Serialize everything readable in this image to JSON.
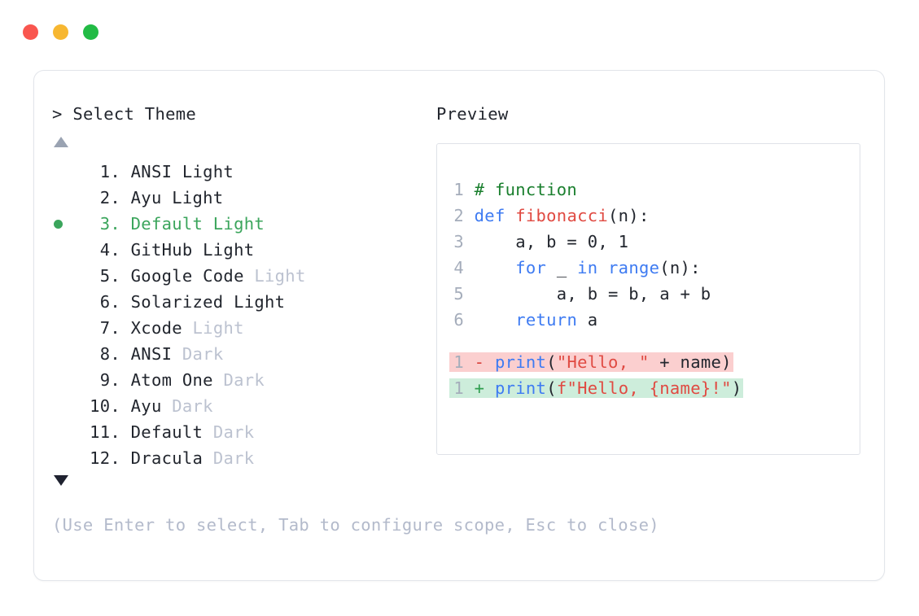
{
  "window": {
    "controls": [
      {
        "name": "close",
        "color": "#f9564f"
      },
      {
        "name": "minimize",
        "color": "#f7b731"
      },
      {
        "name": "maximize",
        "color": "#22bb45"
      }
    ]
  },
  "picker": {
    "prompt_caret": ">",
    "prompt_label": "Select Theme",
    "scroll_up_icon": "triangle-up-icon",
    "scroll_down_icon": "triangle-down-icon",
    "selected_index": 3,
    "selected_bullet_color": "#3ba55c",
    "dim_color": "#bcc2d0",
    "items": [
      {
        "number": "1.",
        "name": "ANSI Light",
        "variant": "",
        "selected": false
      },
      {
        "number": "2.",
        "name": "Ayu Light",
        "variant": "",
        "selected": false
      },
      {
        "number": "3.",
        "name": "Default Light",
        "variant": "",
        "selected": true
      },
      {
        "number": "4.",
        "name": "GitHub Light",
        "variant": "",
        "selected": false
      },
      {
        "number": "5.",
        "name": "Google Code",
        "variant": "Light",
        "selected": false
      },
      {
        "number": "6.",
        "name": "Solarized Light",
        "variant": "",
        "selected": false
      },
      {
        "number": "7.",
        "name": "Xcode",
        "variant": "Light",
        "selected": false
      },
      {
        "number": "8.",
        "name": "ANSI",
        "variant": "Dark",
        "selected": false
      },
      {
        "number": "9.",
        "name": "Atom One",
        "variant": "Dark",
        "selected": false
      },
      {
        "number": "10.",
        "name": "Ayu",
        "variant": "Dark",
        "selected": false
      },
      {
        "number": "11.",
        "name": "Default",
        "variant": "Dark",
        "selected": false
      },
      {
        "number": "12.",
        "name": "Dracula",
        "variant": "Dark",
        "selected": false
      }
    ],
    "hint": "(Use Enter to select, Tab to configure scope, Esc to close)"
  },
  "preview": {
    "label": "Preview",
    "code_lines": [
      {
        "no": "1",
        "tokens": [
          {
            "t": "# function",
            "c": "comment"
          }
        ]
      },
      {
        "no": "2",
        "tokens": [
          {
            "t": "def ",
            "c": "keyword"
          },
          {
            "t": "fibonacci",
            "c": "func"
          },
          {
            "t": "(n):",
            "c": "plain"
          }
        ]
      },
      {
        "no": "3",
        "tokens": [
          {
            "t": "    a, b = 0, 1",
            "c": "plain"
          }
        ]
      },
      {
        "no": "4",
        "tokens": [
          {
            "t": "    ",
            "c": "plain"
          },
          {
            "t": "for",
            "c": "keyword"
          },
          {
            "t": " _ ",
            "c": "plain"
          },
          {
            "t": "in range",
            "c": "keyword"
          },
          {
            "t": "(n):",
            "c": "plain"
          }
        ]
      },
      {
        "no": "5",
        "tokens": [
          {
            "t": "        a, b = b, a + b",
            "c": "plain"
          }
        ]
      },
      {
        "no": "6",
        "tokens": [
          {
            "t": "    ",
            "c": "plain"
          },
          {
            "t": "return",
            "c": "keyword"
          },
          {
            "t": " a",
            "c": "plain"
          }
        ]
      }
    ],
    "diff_lines": [
      {
        "no": "1",
        "sign": "-",
        "kind": "del",
        "bg": "#fbcfcf",
        "tokens": [
          {
            "t": "print",
            "c": "keyword"
          },
          {
            "t": "(",
            "c": "plain"
          },
          {
            "t": "\"Hello, \"",
            "c": "string"
          },
          {
            "t": " + name)",
            "c": "plain"
          }
        ]
      },
      {
        "no": "1",
        "sign": "+",
        "kind": "add",
        "bg": "#cdeddb",
        "tokens": [
          {
            "t": "print",
            "c": "keyword"
          },
          {
            "t": "(",
            "c": "plain"
          },
          {
            "t": "f\"Hello, {name}!\"",
            "c": "string"
          },
          {
            "t": ")",
            "c": "plain"
          }
        ]
      }
    ]
  }
}
